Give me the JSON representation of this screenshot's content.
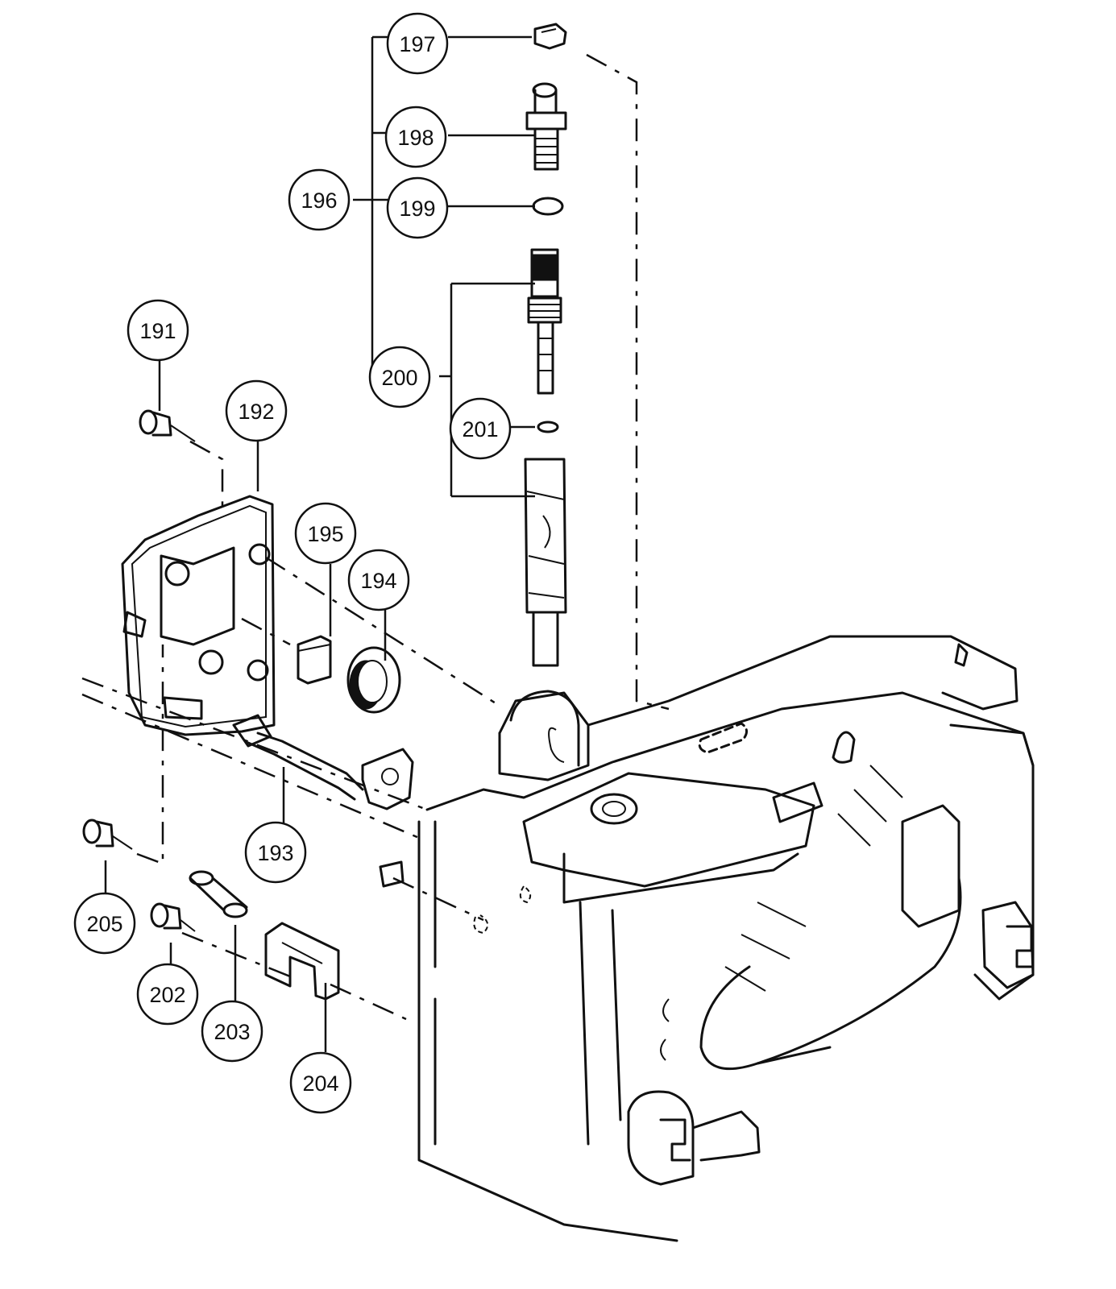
{
  "callouts": [
    {
      "id": "191",
      "label": "191"
    },
    {
      "id": "192",
      "label": "192"
    },
    {
      "id": "193",
      "label": "193"
    },
    {
      "id": "194",
      "label": "194"
    },
    {
      "id": "195",
      "label": "195"
    },
    {
      "id": "196",
      "label": "196"
    },
    {
      "id": "197",
      "label": "197"
    },
    {
      "id": "198",
      "label": "198"
    },
    {
      "id": "199",
      "label": "199"
    },
    {
      "id": "200",
      "label": "200"
    },
    {
      "id": "201",
      "label": "201"
    },
    {
      "id": "202",
      "label": "202"
    },
    {
      "id": "203",
      "label": "203"
    },
    {
      "id": "204",
      "label": "204"
    },
    {
      "id": "205",
      "label": "205"
    }
  ]
}
